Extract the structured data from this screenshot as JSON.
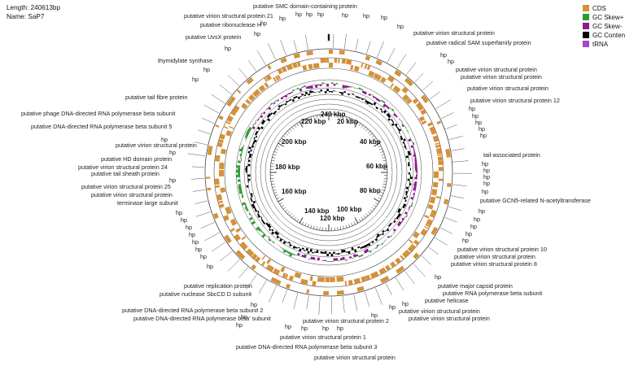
{
  "info": {
    "length_label": "Length: 240613bp",
    "name_label": "Name: SaP7"
  },
  "legend": [
    {
      "label": "CDS",
      "color": "#d4913a"
    },
    {
      "label": "GC Skew+",
      "color": "#2e9a36"
    },
    {
      "label": "GC Skew-",
      "color": "#8b1a8b"
    },
    {
      "label": "GC Content",
      "color": "#000000"
    },
    {
      "label": "tRNA",
      "color": "#a149c8"
    }
  ],
  "kbp_labels": [
    "240 kbp",
    "20 kbp",
    "40 kbp",
    "60 kbp",
    "80 kbp",
    "100 kbp",
    "120 kbp",
    "140 kbp",
    "160 kbp",
    "180 kbp",
    "200 kbp",
    "220 kbp"
  ],
  "labels": {
    "smc": "putative SMC domain-containing protein",
    "vsp21": "putative virion structural protein 21",
    "ribonucH": "putative ribonuclease H",
    "uvsx": "putative UvsX protein",
    "thym": "thymidylate synthase",
    "tailfibre": "putative tail fibre protein",
    "rnapb": "putative phage DNA-directed RNA polymerase beta subunit",
    "rnapb5": "putative DNA-directed RNA polymerase beta subunit 5",
    "vsp_l1": "putative virion structural protein",
    "hd": "putative HD domain protein",
    "vsp24": "putative virion structural protein 24",
    "sheath": "putative tail sheath protein",
    "vsp25": "putative virion structural protein 25",
    "vsp_l2": "putative virion structural protein",
    "terminase": "terminase large subunit",
    "replication": "putative replication protein",
    "sbccd": "putative nuclease SbcCD D subunit",
    "rnapb2": "putative DNA-directed RNA polymerase beta subunit 2",
    "rnapbs": "putative DNA-directed RNA polymerase beta' subunit",
    "vsp1": "putative virion structural protein 1",
    "vsp2": "putative virion structural protein 2",
    "rnapb3": "putative DNA-directed RNA polymerase beta subunit 3",
    "vsp_b": "putative virion structural protein",
    "vsp_r1": "putative virion structural protein",
    "radsam": "putative radical SAM superfamily protein",
    "vsp_r2": "putative virion structural protein",
    "vsp_r3": "putative virion structural protein",
    "vsp_r4": "putative virion structural protein",
    "vsp12": "putative virion structural protein 12",
    "tailassoc": "tail-associated protein",
    "gcn5": "putative GCN5-related N-acetyltransferase",
    "vsp10": "putative virion structural protein 10",
    "vsp_r5": "putative virion structural protein",
    "vsp8": "putative virion structural protein 8",
    "capsid": "putative major capsid protein",
    "rnapb_r": "putative RNA polymerase beta subunit",
    "helicase": "putative helicase",
    "vsp_r6": "putative virion structural protein",
    "vsp_r7": "putative virion structural protein",
    "hp": "hp"
  }
}
